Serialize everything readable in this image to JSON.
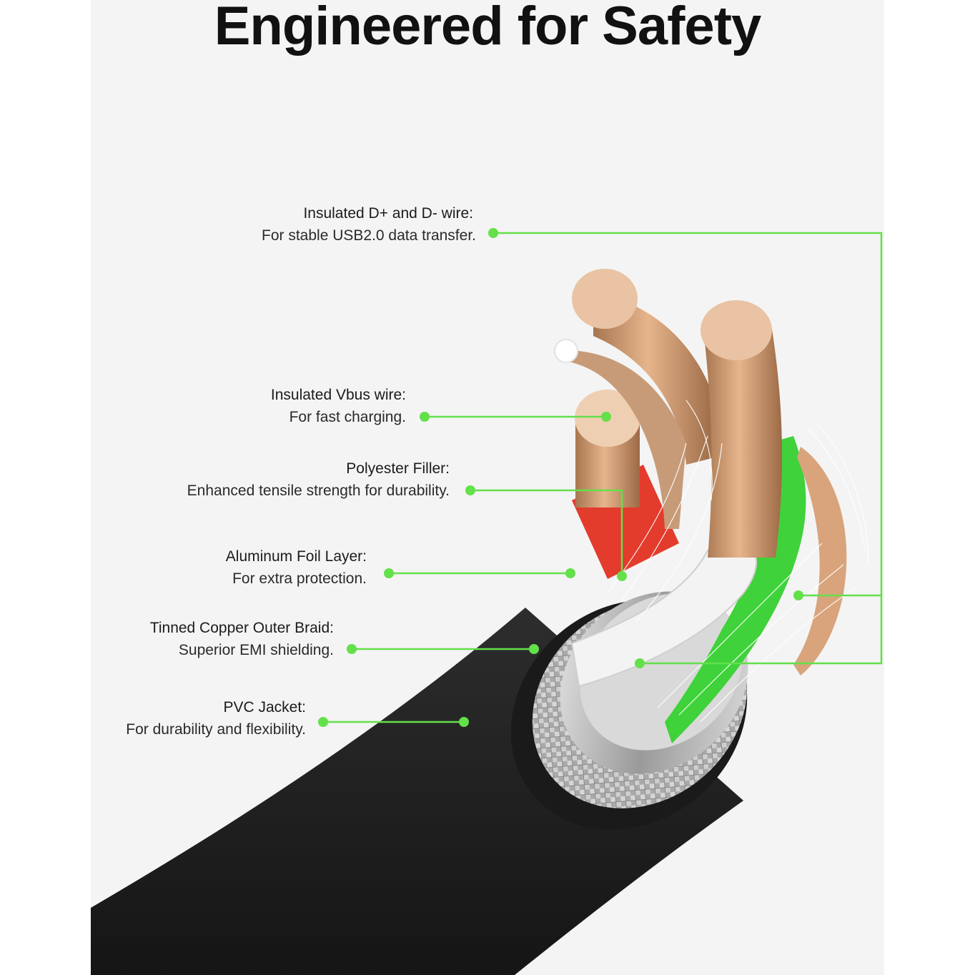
{
  "title": "Engineered for Safety",
  "accent_color": "#63e04a",
  "callouts": [
    {
      "heading": "Insulated D+ and D- wire:",
      "description": "For stable USB2.0 data transfer."
    },
    {
      "heading": "Insulated Vbus wire:",
      "description": "For fast charging."
    },
    {
      "heading": "Polyester Filler:",
      "description": "Enhanced tensile strength for durability."
    },
    {
      "heading": "Aluminum Foil Layer:",
      "description": "For extra protection."
    },
    {
      "heading": "Tinned Copper Outer Braid:",
      "description": "Superior EMI shielding."
    },
    {
      "heading": "PVC Jacket:",
      "description": "For durability and flexibility."
    }
  ]
}
